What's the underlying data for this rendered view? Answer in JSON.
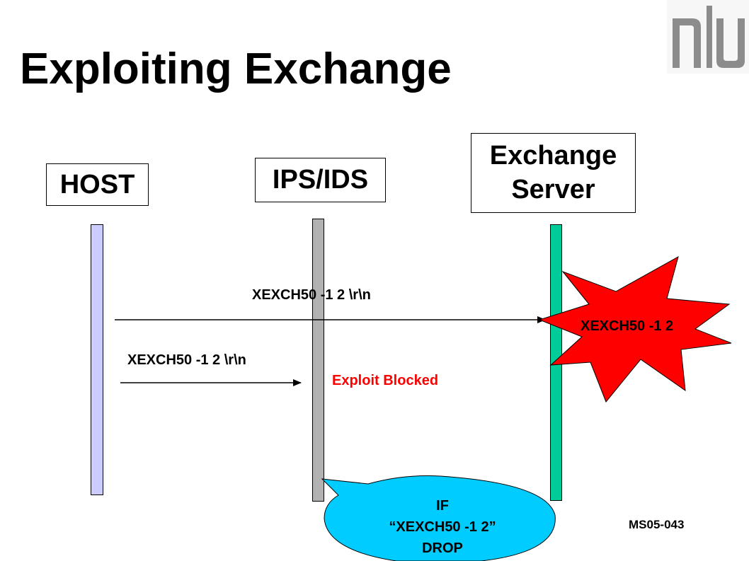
{
  "title": "Exploiting Exchange",
  "participants": {
    "host": "HOST",
    "ips": "IPS/IDS",
    "exchange_line1": "Exchange",
    "exchange_line2": "Server"
  },
  "messages": {
    "to_server": "XEXCH50 -1 2 \\r\\n",
    "to_ips": "XEXCH50 -1 2 \\r\\n"
  },
  "burst_text": "XEXCH50 -1 2",
  "blocked_text": "Exploit Blocked",
  "rule": {
    "line1": "IF",
    "line2": "“XEXCH50 -1 2”",
    "line3": "DROP"
  },
  "reference": "MS05-043",
  "colors": {
    "host_line": "#ccccff",
    "ips_line": "#b2b2b2",
    "exchange_line": "#00cc99",
    "burst": "#ff0000",
    "bubble": "#00ccff",
    "blocked_text": "#ff0000"
  },
  "logo": {
    "icon": "nlu-logo-icon"
  }
}
